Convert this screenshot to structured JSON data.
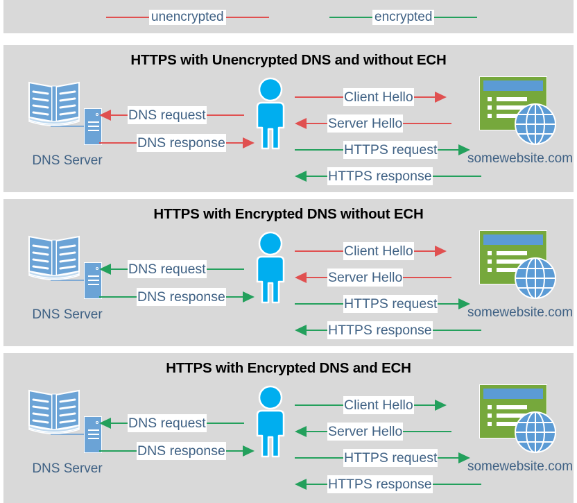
{
  "legend": {
    "items": [
      {
        "label": "unencrypted",
        "color": "#e05050",
        "name": "legend-unencrypted"
      },
      {
        "label": "encrypted",
        "color": "#23a05c",
        "name": "legend-encrypted"
      }
    ]
  },
  "colors": {
    "panel_background": "#d9d9d9",
    "page_background": "#ffffff",
    "label_text": "#3f6184",
    "title_text": "#000000",
    "unencrypted": "#e05050",
    "encrypted": "#23a05c",
    "person": "#00aeef",
    "server_blue": "#6ba3d6",
    "website_green": "#76a83c",
    "titlebar_blue": "#5b9bd5",
    "globe_blue": "#5b9bd5"
  },
  "nodes": {
    "dns_server_label": "DNS Server",
    "website_label": "somewebsite.com"
  },
  "panels": [
    {
      "id": "panel-0",
      "title": "HTTPS with Unencrypted DNS and without ECH",
      "dns_flows": [
        {
          "label": "DNS request",
          "direction": "left",
          "encrypted": false
        },
        {
          "label": "DNS response",
          "direction": "right",
          "encrypted": false
        }
      ],
      "web_flows": [
        {
          "label": "Client Hello",
          "direction": "right",
          "encrypted": false
        },
        {
          "label": "Server Hello",
          "direction": "left",
          "encrypted": false
        },
        {
          "label": "HTTPS request",
          "direction": "right",
          "encrypted": true
        },
        {
          "label": "HTTPS response",
          "direction": "left",
          "encrypted": true
        }
      ]
    },
    {
      "id": "panel-1",
      "title": "HTTPS with Encrypted DNS without ECH",
      "dns_flows": [
        {
          "label": "DNS request",
          "direction": "left",
          "encrypted": true
        },
        {
          "label": "DNS response",
          "direction": "right",
          "encrypted": true
        }
      ],
      "web_flows": [
        {
          "label": "Client Hello",
          "direction": "right",
          "encrypted": false
        },
        {
          "label": "Server Hello",
          "direction": "left",
          "encrypted": false
        },
        {
          "label": "HTTPS request",
          "direction": "right",
          "encrypted": true
        },
        {
          "label": "HTTPS response",
          "direction": "left",
          "encrypted": true
        }
      ]
    },
    {
      "id": "panel-2",
      "title": "HTTPS with Encrypted DNS and ECH",
      "dns_flows": [
        {
          "label": "DNS request",
          "direction": "left",
          "encrypted": true
        },
        {
          "label": "DNS response",
          "direction": "right",
          "encrypted": true
        }
      ],
      "web_flows": [
        {
          "label": "Client Hello",
          "direction": "right",
          "encrypted": true
        },
        {
          "label": "Server Hello",
          "direction": "left",
          "encrypted": true
        },
        {
          "label": "HTTPS request",
          "direction": "right",
          "encrypted": true
        },
        {
          "label": "HTTPS response",
          "direction": "left",
          "encrypted": true
        }
      ]
    }
  ]
}
